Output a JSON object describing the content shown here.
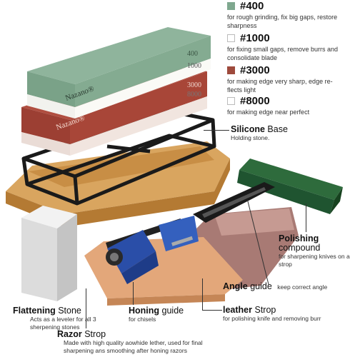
{
  "brand": "Nazano",
  "stone_face_numbers": [
    "400",
    "1000",
    "3000",
    "8000"
  ],
  "grits": [
    {
      "number": "#400",
      "description": "for rough grinding, fix big gaps, restore sharpness",
      "color": "#7fa88f"
    },
    {
      "number": "#1000",
      "description": "for fixing small gaps, remove burrs and consolidate blade",
      "color": "#ffffff"
    },
    {
      "number": "#3000",
      "description": "for making edge very sharp, edge re- flects light",
      "color": "#9e4a3c"
    },
    {
      "number": "#8000",
      "description": "for making edge near perfect",
      "color": "#ffffff"
    }
  ],
  "silicone_base": {
    "title_bold": "Silicone",
    "title_light": "Base",
    "description": "Holding stone."
  },
  "polishing": {
    "title_bold": "Polishing",
    "title_light": "compound",
    "description": "for sharpening knives on a strop"
  },
  "angle_guide": {
    "title_bold": "Angle",
    "title_light": "guide",
    "description": "keep correct angle"
  },
  "flattening": {
    "title_bold": "Flattening",
    "title_light": "Stone",
    "description": "Acts as a leveler for all 3 sherpening stones"
  },
  "honing": {
    "title_bold": "Honing",
    "title_light": "guide",
    "description": "for chisels"
  },
  "leather": {
    "title_bold": "leather",
    "title_light": "Strop",
    "description": "for polishing knife and removing burr"
  },
  "razor": {
    "title_bold": "Razor",
    "title_light": "Strop",
    "description": "Made with high quality aowhide lether, used for final sharpening ans smoothing after honing razors"
  }
}
